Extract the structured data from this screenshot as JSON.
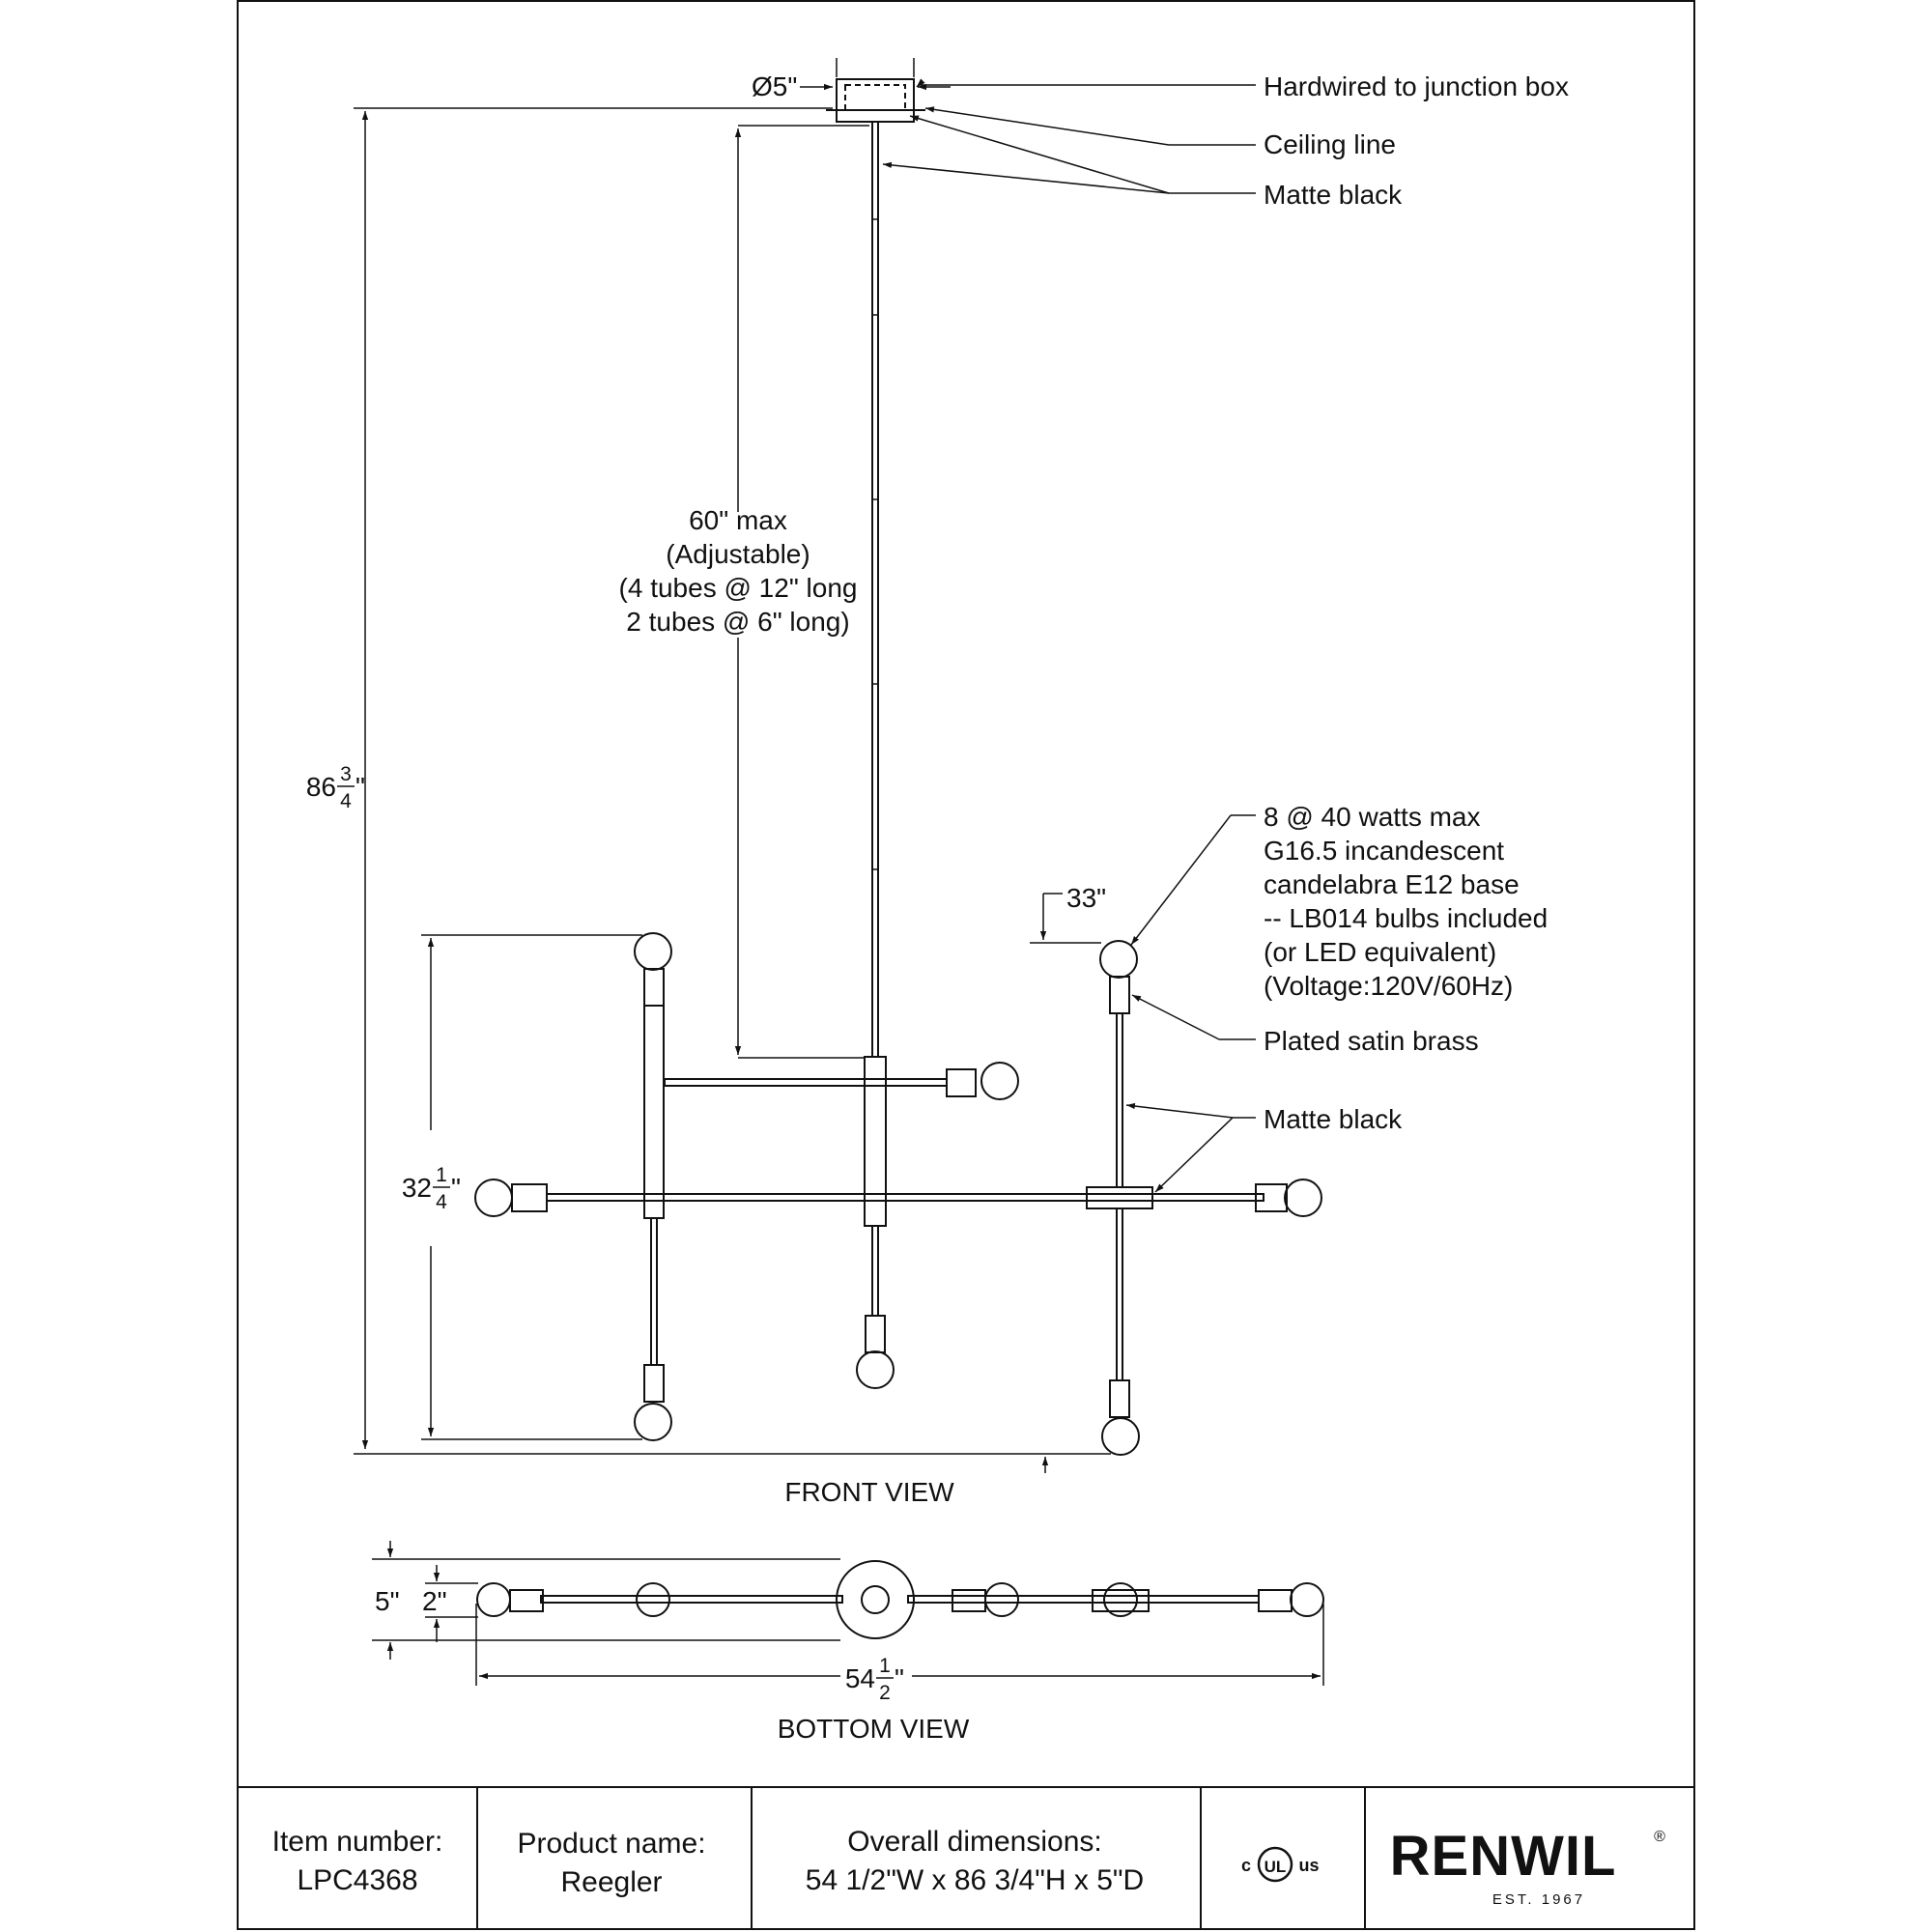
{
  "callouts": {
    "junction_box": "Hardwired to junction box",
    "ceiling_line": "Ceiling line",
    "matte_black_top": "Matte black",
    "bulb_info": [
      "8 @ 40 watts max",
      "G16.5 incandescent",
      "candelabra E12 base",
      "-- LB014 bulbs included",
      "(or LED equivalent)",
      "(Voltage:120V/60Hz)"
    ],
    "plated_satin_brass": "Plated satin brass",
    "matte_black_arms": "Matte black"
  },
  "dimensions": {
    "canopy_diameter": "Ø5\"",
    "rod_length": [
      "60\" max",
      "(Adjustable)",
      "(4 tubes @ 12\" long",
      "2 tubes @ 6\" long)"
    ],
    "overall_height": {
      "whole": "86",
      "num": "3",
      "den": "4",
      "unit": "\""
    },
    "body_height": {
      "whole": "32",
      "num": "1",
      "den": "4",
      "unit": "\""
    },
    "min_height": "33\"",
    "depth": "5\"",
    "arm_depth": "2\"",
    "overall_width": {
      "whole": "54",
      "num": "1",
      "den": "2",
      "unit": "\""
    }
  },
  "views": {
    "front": "FRONT VIEW",
    "bottom": "BOTTOM VIEW"
  },
  "title_block": {
    "item_label": "Item number:",
    "item_value": "LPC4368",
    "product_label": "Product name:",
    "product_value": "Reegler",
    "dims_label": "Overall dimensions:",
    "dims_value": "54 1/2\"W x 86 3/4\"H x 5\"D",
    "cert": {
      "left": "c",
      "mark": "UL",
      "right": "us"
    },
    "brand": "RENWIL",
    "registered": "®",
    "established": "EST. 1967"
  }
}
